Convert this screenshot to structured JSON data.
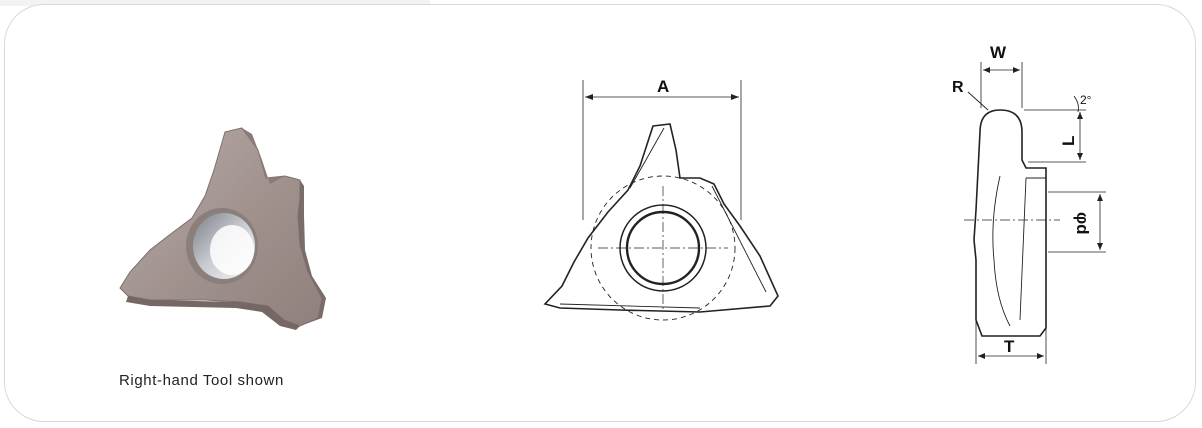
{
  "caption": "Right-hand Tool shown",
  "front_view": {
    "dimension_label": "A"
  },
  "side_view": {
    "width_label": "W",
    "radius_label": "R",
    "angle_label": "2°",
    "length_label": "L",
    "bore_label": "φd",
    "thickness_label": "T"
  }
}
